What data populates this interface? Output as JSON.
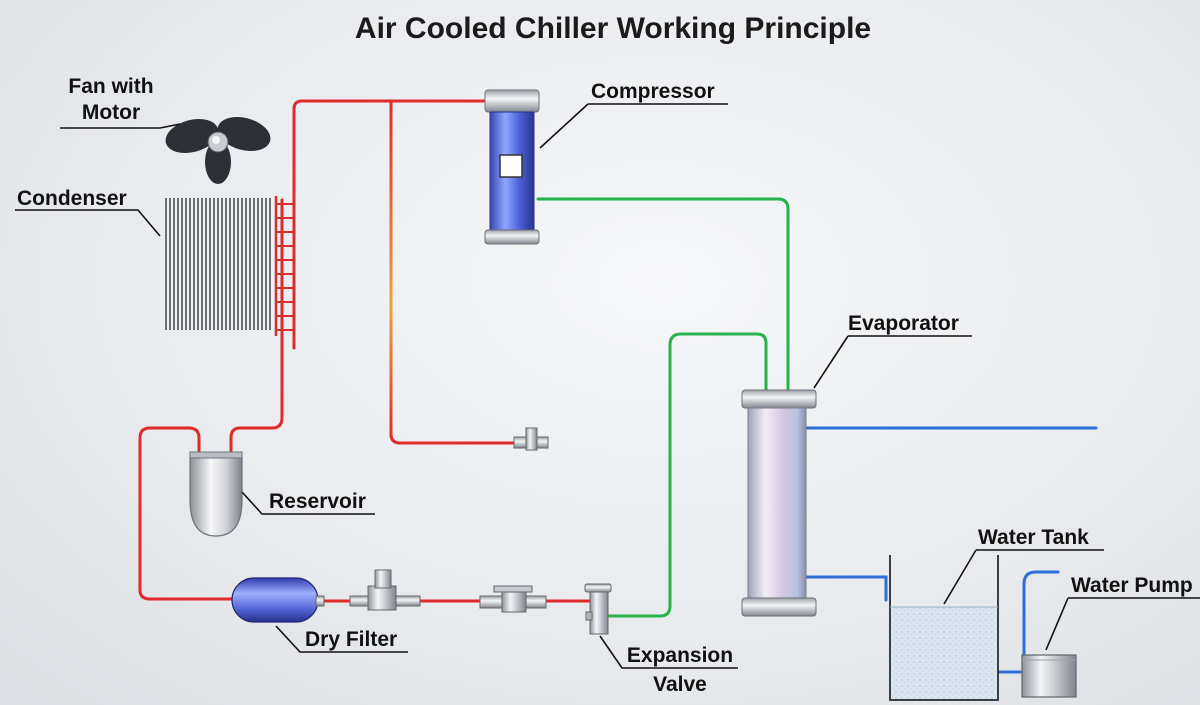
{
  "title": "Air Cooled Chiller Working Principle",
  "labels": {
    "fan": [
      "Fan with",
      "Motor"
    ],
    "condenser": "Condenser",
    "compressor": "Compressor",
    "evaporator": "Evaporator",
    "reservoir": "Reservoir",
    "dry_filter": "Dry Filter",
    "expansion_valve": [
      "Expansion",
      "Valve"
    ],
    "water_tank": "Water Tank",
    "water_pump": "Water Pump"
  },
  "colors": {
    "hot_line": "#e02b2b",
    "cold_line": "#27b24a",
    "water_line": "#2d6fd6",
    "leader": "#111111"
  }
}
